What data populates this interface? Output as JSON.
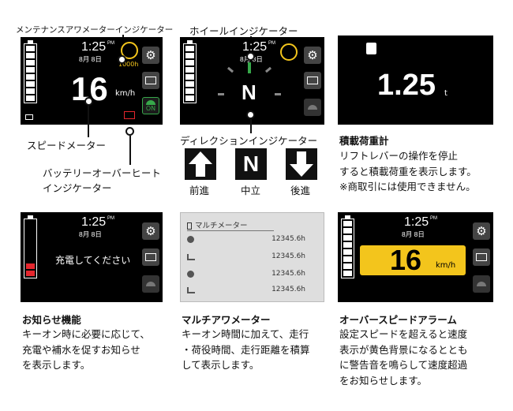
{
  "colors": {
    "accent_yellow": "#f3c51c",
    "green": "#37a84a",
    "red": "#e4262d",
    "screen_bg": "#000000"
  },
  "panel1": {
    "label_maintenance": "メンテナンスアワメーターインジケーター",
    "time": "1:25",
    "time_suffix": "PM",
    "date": "8月 8日",
    "maintenance_hours": "1000h",
    "speed": "16",
    "speed_unit": "km/h",
    "eco_label": "ON",
    "label_speed": "スピードメーター",
    "label_battery_line1": "バッテリーオーバーヒート",
    "label_battery_line2": "インジケーター"
  },
  "panel2": {
    "label_wheel": "ホイールインジケーター",
    "time": "1:25",
    "time_suffix": "PM",
    "date": "8月 8日",
    "direction": "N",
    "label_direction": "ディレクションインジケーター",
    "dir_forward_label": "前進",
    "dir_neutral_label": "中立",
    "dir_reverse_label": "後進",
    "dir_neutral_glyph": "N"
  },
  "panel3": {
    "weight": "1.25",
    "weight_unit": "t",
    "title": "積載荷重計",
    "desc_lines": [
      "リフトレバーの操作を停止",
      "すると積載荷重を表示します。",
      "※商取引には使用できません。"
    ]
  },
  "panel4": {
    "time": "1:25",
    "time_suffix": "PM",
    "date": "8月 8日",
    "message": "充電してください",
    "title": "お知らせ機能",
    "desc_lines": [
      "キーオン時に必要に応じて、",
      "充電や補水を促すお知らせ",
      "を表示します。"
    ]
  },
  "panel5": {
    "screen_title": "マルチメーター",
    "rows": [
      "12345.6h",
      "12345.6h",
      "12345.6h",
      "12345.6h"
    ],
    "title": "マルチアワメーター",
    "desc_lines": [
      "キーオン時間に加えて、走行",
      "・荷役時間、走行距離を積算",
      "して表示します。"
    ]
  },
  "panel6": {
    "time": "1:25",
    "time_suffix": "PM",
    "date": "8月 8日",
    "speed": "16",
    "speed_unit": "km/h",
    "title": "オーバースピードアラーム",
    "desc_lines": [
      "設定スピードを超えると速度",
      "表示が黄色背景になるととも",
      "に警告音を鳴らして速度超過",
      "をお知らせします。"
    ]
  }
}
